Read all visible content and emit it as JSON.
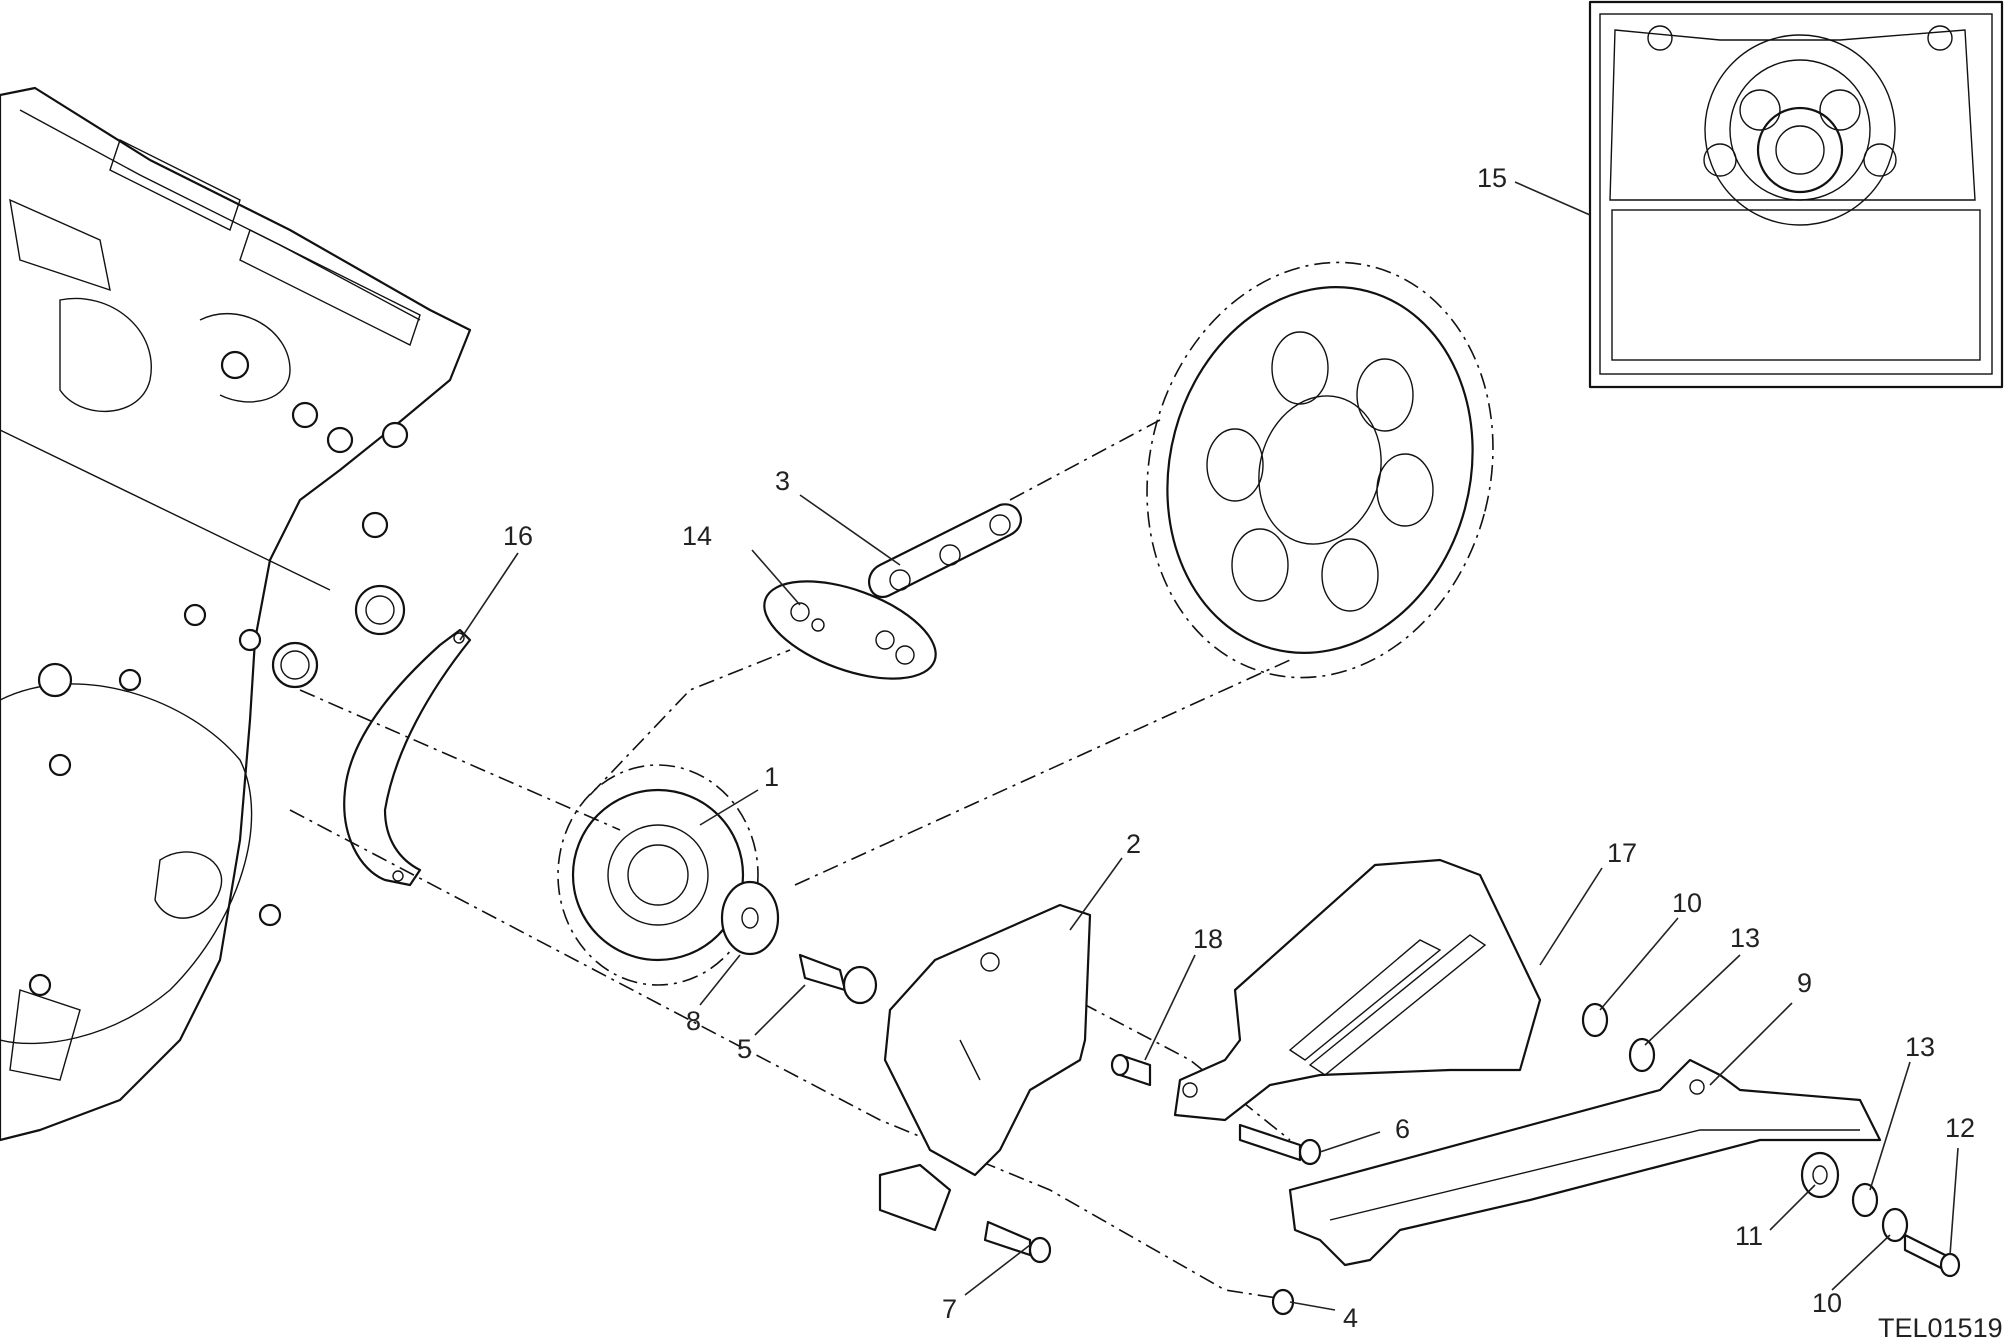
{
  "diagram": {
    "reference_code": "TEL01519",
    "callouts": {
      "c1": "1",
      "c2": "2",
      "c3": "3",
      "c4": "4",
      "c5": "5",
      "c6": "6",
      "c7": "7",
      "c8": "8",
      "c9": "9",
      "c10a": "10",
      "c10b": "10",
      "c11": "11",
      "c12": "12",
      "c13a": "13",
      "c13b": "13",
      "c14": "14",
      "c15": "15",
      "c16": "16",
      "c17": "17",
      "c18": "18"
    }
  }
}
